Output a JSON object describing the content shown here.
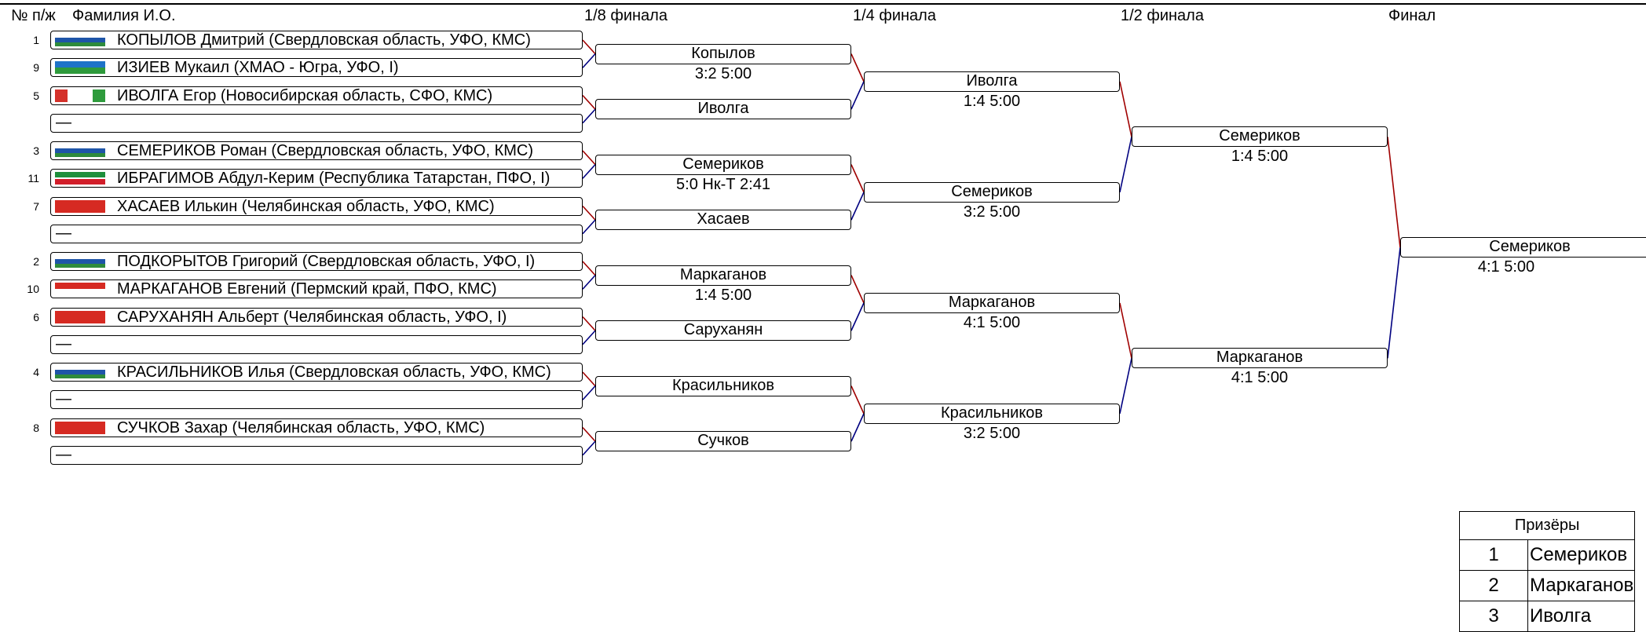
{
  "headers": {
    "col_num": "№ п/ж",
    "col_name": "Фамилия И.О.",
    "r16": "1/8 финала",
    "qf": "1/4 финала",
    "sf": "1/2 финала",
    "final": "Финал"
  },
  "players": [
    {
      "seed": "1",
      "name": "КОПЫЛОВ Дмитрий (Свердловская область, УФО, КМС)",
      "flag": "sverdlovsk-flag"
    },
    {
      "seed": "9",
      "name": "ИЗИЕВ Мукаил (ХМАО - Югра, УФО, I)",
      "flag": "khmao-flag"
    },
    {
      "seed": "5",
      "name": "ИВОЛГА Егор (Новосибирская область, СФО, КМС)",
      "flag": "novosibirsk-flag"
    },
    {
      "seed": "",
      "name": "—",
      "flag": ""
    },
    {
      "seed": "3",
      "name": "СЕМЕРИКОВ Роман (Свердловская область, УФО, КМС)",
      "flag": "sverdlovsk-flag"
    },
    {
      "seed": "11",
      "name": "ИБРАГИМОВ Абдул-Керим (Республика Татарстан, ПФО, I)",
      "flag": "tatarstan-flag"
    },
    {
      "seed": "7",
      "name": "ХАСАЕВ Илькин (Челябинская область, УФО, КМС)",
      "flag": "chelyabinsk-flag"
    },
    {
      "seed": "",
      "name": "—",
      "flag": ""
    },
    {
      "seed": "2",
      "name": "ПОДКОРЫТОВ Григорий (Свердловская область, УФО, I)",
      "flag": "sverdlovsk-flag"
    },
    {
      "seed": "10",
      "name": "МАРКАГАНОВ Евгений (Пермский край, ПФО, КМС)",
      "flag": "perm-flag"
    },
    {
      "seed": "6",
      "name": "САРУХАНЯН Альберт (Челябинская область, УФО, I)",
      "flag": "chelyabinsk-flag"
    },
    {
      "seed": "",
      "name": "—",
      "flag": ""
    },
    {
      "seed": "4",
      "name": "КРАСИЛЬНИКОВ Илья (Свердловская область, УФО, КМС)",
      "flag": "sverdlovsk-flag"
    },
    {
      "seed": "",
      "name": "—",
      "flag": ""
    },
    {
      "seed": "8",
      "name": "СУЧКОВ Захар (Челябинская область, УФО, КМС)",
      "flag": "chelyabinsk-flag"
    },
    {
      "seed": "",
      "name": "—",
      "flag": ""
    }
  ],
  "r16": [
    {
      "winner": "Копылов",
      "score": "3:2  5:00"
    },
    {
      "winner": "Иволга",
      "score": ""
    },
    {
      "winner": "Семериков",
      "score": "5:0 Нк-Т  2:41"
    },
    {
      "winner": "Хасаев",
      "score": ""
    },
    {
      "winner": "Маркаганов",
      "score": "1:4  5:00"
    },
    {
      "winner": "Саруханян",
      "score": ""
    },
    {
      "winner": "Красильников",
      "score": ""
    },
    {
      "winner": "Сучков",
      "score": ""
    }
  ],
  "qf": [
    {
      "winner": "Иволга",
      "score": "1:4  5:00"
    },
    {
      "winner": "Семериков",
      "score": "3:2  5:00"
    },
    {
      "winner": "Маркаганов",
      "score": "4:1  5:00"
    },
    {
      "winner": "Красильников",
      "score": "3:2  5:00"
    }
  ],
  "sf": [
    {
      "winner": "Семериков",
      "score": "1:4  5:00"
    },
    {
      "winner": "Маркаганов",
      "score": "4:1  5:00"
    }
  ],
  "final": {
    "winner": "Семериков",
    "score": "4:1  5:00"
  },
  "podium": {
    "title": "Призёры",
    "places": [
      {
        "place": "1",
        "name": "Семериков"
      },
      {
        "place": "2",
        "name": "Маркаганов"
      },
      {
        "place": "3",
        "name": "Иволга"
      }
    ]
  },
  "colors": {
    "win_line": "#a00000",
    "lose_line": "#000080"
  }
}
